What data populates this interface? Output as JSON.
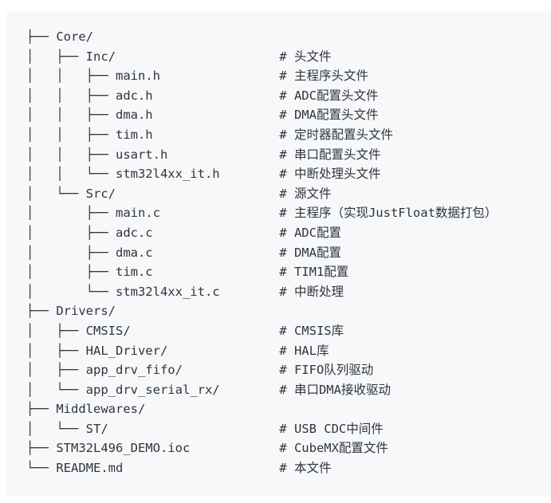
{
  "colors": {
    "page_background": "#ffffff",
    "code_block_background": "#f6f8fa",
    "text": "#30353a"
  },
  "tree": {
    "lines": [
      {
        "text": "├── Core/",
        "name": "Core/",
        "depth": 0,
        "comment": ""
      },
      {
        "text": "│   ├── Inc/                      # 头文件",
        "name": "Inc/",
        "depth": 1,
        "comment": "头文件"
      },
      {
        "text": "│   │   ├── main.h                # 主程序头文件",
        "name": "main.h",
        "depth": 2,
        "comment": "主程序头文件"
      },
      {
        "text": "│   │   ├── adc.h                 # ADC配置头文件",
        "name": "adc.h",
        "depth": 2,
        "comment": "ADC配置头文件"
      },
      {
        "text": "│   │   ├── dma.h                 # DMA配置头文件",
        "name": "dma.h",
        "depth": 2,
        "comment": "DMA配置头文件"
      },
      {
        "text": "│   │   ├── tim.h                 # 定时器配置头文件",
        "name": "tim.h",
        "depth": 2,
        "comment": "定时器配置头文件"
      },
      {
        "text": "│   │   ├── usart.h               # 串口配置头文件",
        "name": "usart.h",
        "depth": 2,
        "comment": "串口配置头文件"
      },
      {
        "text": "│   │   └── stm32l4xx_it.h        # 中断处理头文件",
        "name": "stm32l4xx_it.h",
        "depth": 2,
        "comment": "中断处理头文件"
      },
      {
        "text": "│   └── Src/                      # 源文件",
        "name": "Src/",
        "depth": 1,
        "comment": "源文件"
      },
      {
        "text": "│       ├── main.c                # 主程序（实现JustFloat数据打包）",
        "name": "main.c",
        "depth": 2,
        "comment": "主程序（实现JustFloat数据打包）"
      },
      {
        "text": "│       ├── adc.c                 # ADC配置",
        "name": "adc.c",
        "depth": 2,
        "comment": "ADC配置"
      },
      {
        "text": "│       ├── dma.c                 # DMA配置",
        "name": "dma.c",
        "depth": 2,
        "comment": "DMA配置"
      },
      {
        "text": "│       ├── tim.c                 # TIM1配置",
        "name": "tim.c",
        "depth": 2,
        "comment": "TIM1配置"
      },
      {
        "text": "│       └── stm32l4xx_it.c        # 中断处理",
        "name": "stm32l4xx_it.c",
        "depth": 2,
        "comment": "中断处理"
      },
      {
        "text": "├── Drivers/",
        "name": "Drivers/",
        "depth": 0,
        "comment": ""
      },
      {
        "text": "│   ├── CMSIS/                    # CMSIS库",
        "name": "CMSIS/",
        "depth": 1,
        "comment": "CMSIS库"
      },
      {
        "text": "│   ├── HAL_Driver/               # HAL库",
        "name": "HAL_Driver/",
        "depth": 1,
        "comment": "HAL库"
      },
      {
        "text": "│   ├── app_drv_fifo/             # FIFO队列驱动",
        "name": "app_drv_fifo/",
        "depth": 1,
        "comment": "FIFO队列驱动"
      },
      {
        "text": "│   └── app_drv_serial_rx/        # 串口DMA接收驱动",
        "name": "app_drv_serial_rx/",
        "depth": 1,
        "comment": "串口DMA接收驱动"
      },
      {
        "text": "├── Middlewares/",
        "name": "Middlewares/",
        "depth": 0,
        "comment": ""
      },
      {
        "text": "│   └── ST/                       # USB CDC中间件",
        "name": "ST/",
        "depth": 1,
        "comment": "USB CDC中间件"
      },
      {
        "text": "├── STM32L496_DEMO.ioc            # CubeMX配置文件",
        "name": "STM32L496_DEMO.ioc",
        "depth": 0,
        "comment": "CubeMX配置文件"
      },
      {
        "text": "└── README.md                     # 本文件",
        "name": "README.md",
        "depth": 0,
        "comment": "本文件"
      }
    ]
  }
}
